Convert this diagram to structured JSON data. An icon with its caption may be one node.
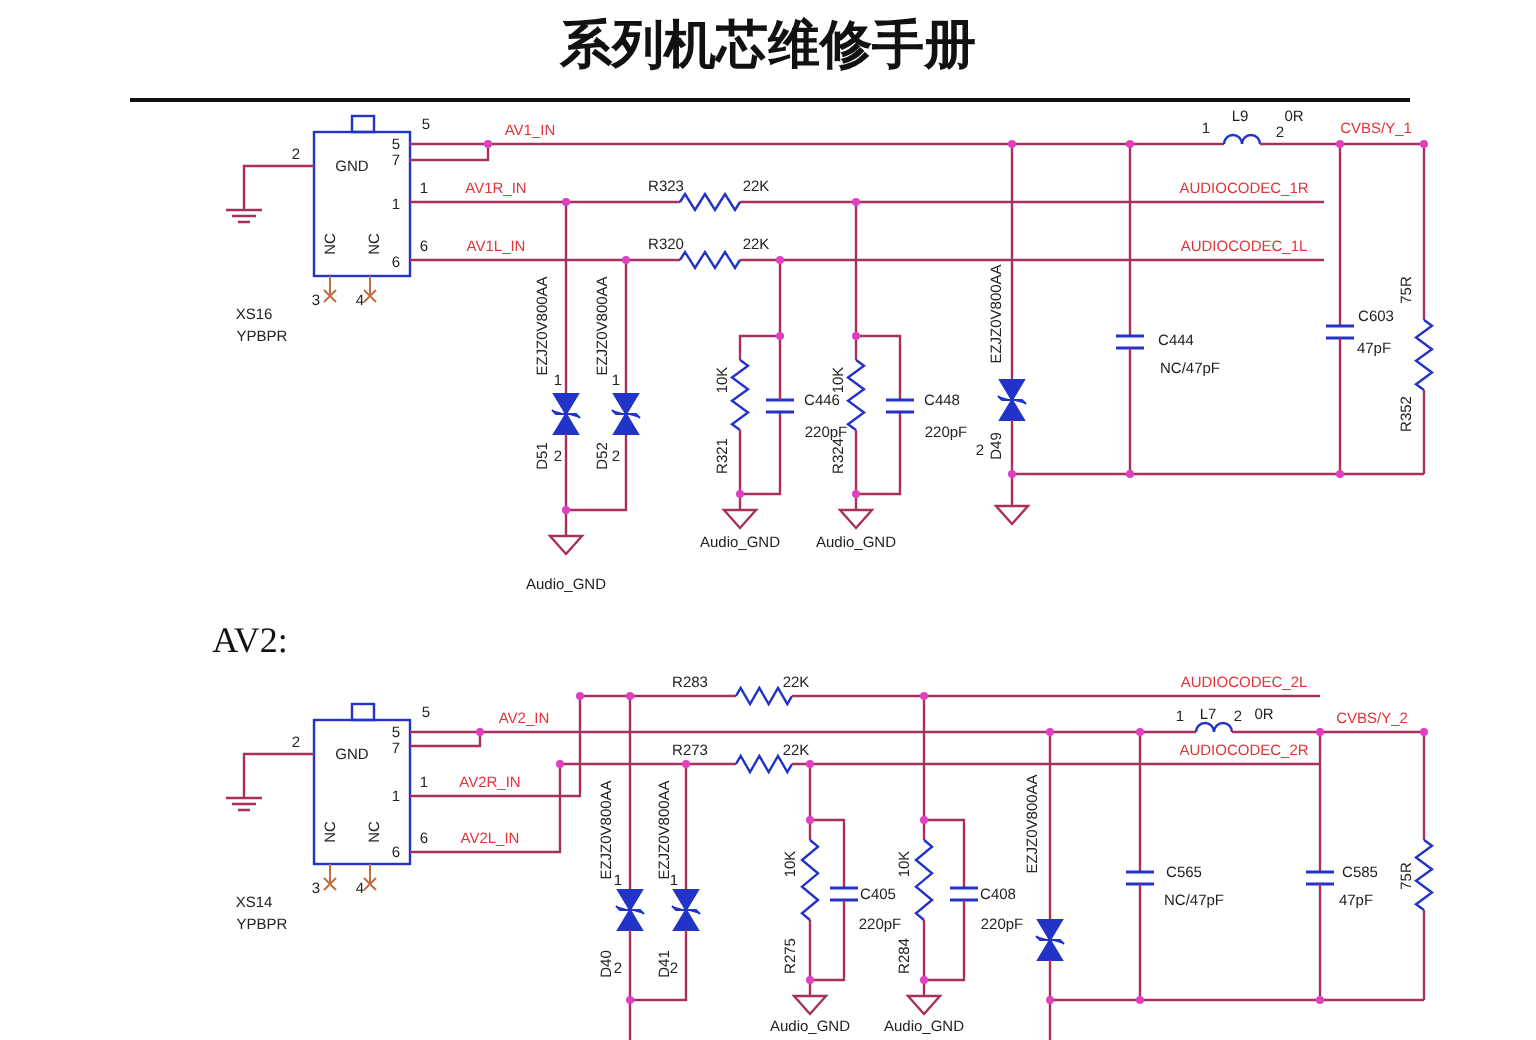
{
  "diagram": {
    "title": "系列机芯维修手册",
    "labels": [
      "5",
      "5",
      "7",
      "AV1_IN",
      "2",
      "GND",
      "1",
      "1",
      "AV1R_IN",
      "R323",
      "22K",
      "6",
      "6",
      "AV1L_IN",
      "R320",
      "22K",
      "NC",
      "NC",
      "3",
      "4",
      "XS16",
      "YPBPR",
      "1",
      "L9",
      "0R",
      "2",
      "CVBS/Y_1",
      "AUDIOCODEC_1R",
      "AUDIOCODEC_1L",
      "EZJZ0V800AA",
      "1",
      "D51",
      "2",
      "EZJZ0V800AA",
      "1",
      "D52",
      "2",
      "10K",
      "R321",
      "C446",
      "220pF",
      "10K",
      "R324",
      "C448",
      "220pF",
      "EZJZ0V800AA",
      "D49",
      "2",
      "C444",
      "NC/47pF",
      "C603",
      "47pF",
      "75R",
      "R352",
      "Audio_GND",
      "Audio_GND",
      "Audio_GND",
      "AV2:",
      "R283",
      "22K",
      "5",
      "5",
      "7",
      "AV2_IN",
      "2",
      "GND",
      "R273",
      "22K",
      "1",
      "1",
      "AV2R_IN",
      "6",
      "6",
      "AV2L_IN",
      "NC",
      "NC",
      "3",
      "4",
      "XS14",
      "YPBPR",
      "AUDIOCODEC_2L",
      "1",
      "L7",
      "2",
      "0R",
      "CVBS/Y_2",
      "AUDIOCODEC_2R",
      "EZJZ0V800AA",
      "1",
      "D40",
      "2",
      "EZJZ0V800AA",
      "1",
      "D41",
      "2",
      "10K",
      "R275",
      "C405",
      "220pF",
      "10K",
      "R284",
      "C408",
      "220pF",
      "EZJZ0V800AA",
      "C565",
      "NC/47pF",
      "C585",
      "47pF",
      "75R",
      "Audio_GND",
      "Audio_GND"
    ]
  }
}
